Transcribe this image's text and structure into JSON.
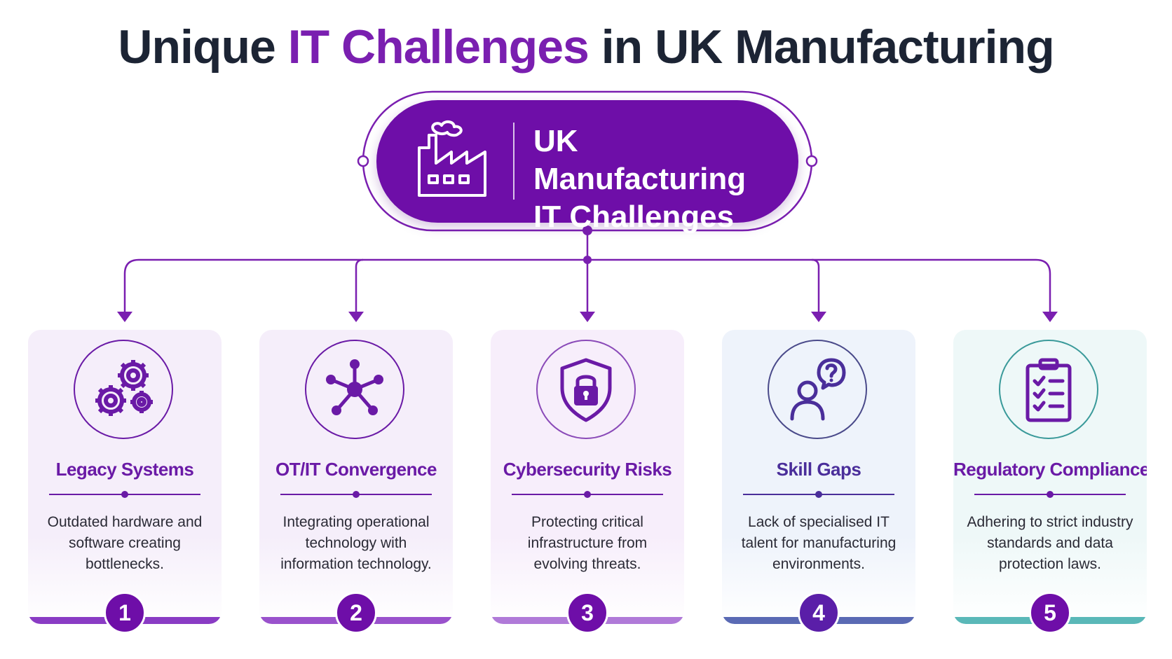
{
  "title": {
    "prefix": "Unique",
    "accent": "IT Challenges",
    "suffix": "in UK Manufacturing"
  },
  "hub": {
    "line1": "UK Manufacturing",
    "line2": "IT Challenges",
    "icon": "factory-icon"
  },
  "colors": {
    "title": "#1c2434",
    "accent": "#7a1fb0",
    "hub": "#6e0ea8"
  },
  "cards": [
    {
      "number": "1",
      "title": "Legacy Systems",
      "description": "Outdated hardware and software creating bottlenecks.",
      "icon": "gears-icon",
      "color": "#6a1aa6",
      "bg": "#f5eefa"
    },
    {
      "number": "2",
      "title": "OT/IT Convergence",
      "description": "Integrating operational technology with information technology.",
      "icon": "network-icon",
      "color": "#6a1aa6",
      "bg": "#f5eefa"
    },
    {
      "number": "3",
      "title": "Cybersecurity Risks",
      "description": "Protecting critical infrastructure from evolving threats.",
      "icon": "shield-lock-icon",
      "color": "#6a1aa6",
      "bg": "#f7eefb"
    },
    {
      "number": "4",
      "title": "Skill Gaps",
      "description": "Lack of specialised IT talent for manufacturing environments.",
      "icon": "person-question-icon",
      "color": "#4a2e9a",
      "bg": "#eef3fb"
    },
    {
      "number": "5",
      "title": "Regulatory Compliance",
      "description": "Adhering to strict industry standards and data protection laws.",
      "icon": "clipboard-checklist-icon",
      "color": "#6a1aa6",
      "bg": "#eef8f8"
    }
  ]
}
